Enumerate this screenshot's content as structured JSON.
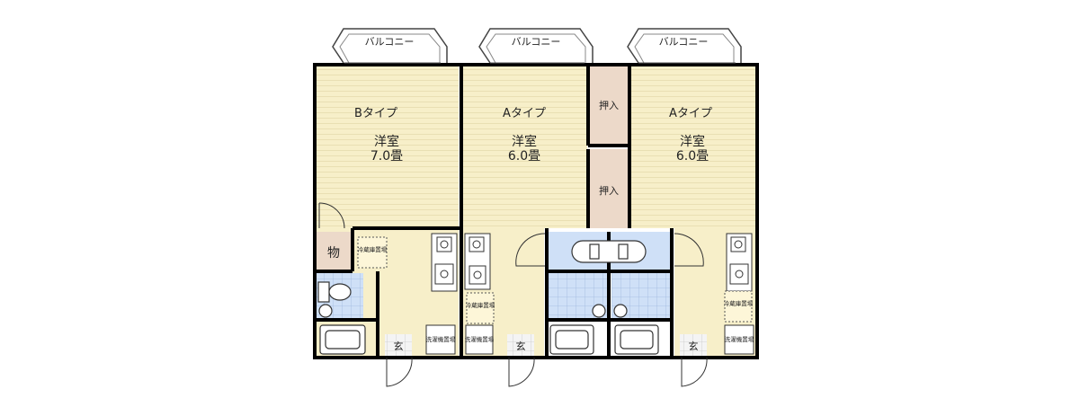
{
  "balcony_label": "バルコニー",
  "units": [
    {
      "type_label": "Bタイプ",
      "room_name": "洋室",
      "room_size": "7.0畳",
      "storage_label": "物",
      "washer_label": "冷蔵庫置場",
      "washer_label_2": "洗濯機置場",
      "entrance_label": "玄"
    },
    {
      "type_label": "Aタイプ",
      "room_name": "洋室",
      "room_size": "6.0畳",
      "closet_label": "押入",
      "washer_label": "冷蔵庫置場",
      "washer_label_2": "洗濯機置場",
      "entrance_label": "玄"
    },
    {
      "type_label": "Aタイプ",
      "room_name": "洋室",
      "room_size": "6.0畳",
      "closet_label": "押入",
      "washer_label": "冷蔵庫置場",
      "washer_label_2": "洗濯機置場",
      "entrance_label": "玄"
    }
  ],
  "colors": {
    "room_fill": "#f7efc9",
    "closet_fill": "#ecd9c9",
    "bath_fill": "#cfe0f7",
    "wall": "#000000"
  }
}
